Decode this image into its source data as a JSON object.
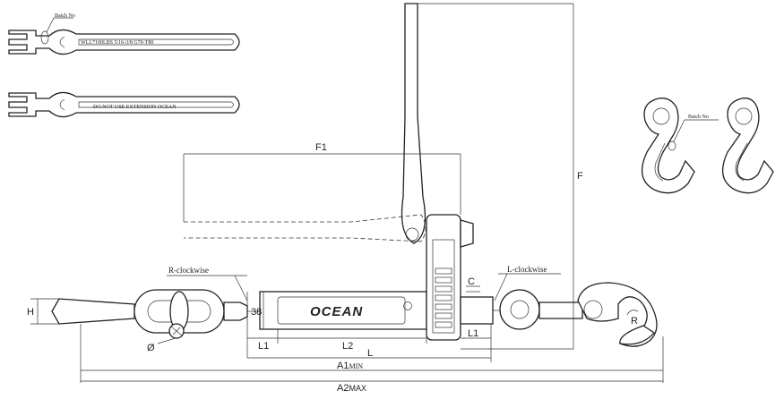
{
  "handle_top": {
    "batch_label": "Batch No",
    "marking": "WLL7100LBS 5/16-3/8 G70-T80"
  },
  "handle_bottom": {
    "warning": "DO NOT USE EXTENSION OCEAN"
  },
  "hooks_detail": {
    "batch_label": "Batch No"
  },
  "dimensions": {
    "f1": "F1",
    "f": "F",
    "h": "H",
    "d38": "38",
    "c": "C",
    "l1_left": "L1",
    "l2": "L2",
    "l1_right": "L1",
    "l": "L",
    "a1": "A1",
    "a1_suffix": "MIN",
    "a2": "A2",
    "a2_suffix": "MAX",
    "phi": "Ø",
    "r": "R"
  },
  "thread_labels": {
    "left": "R-clockwise",
    "right": "L-clockwise"
  },
  "brand": "OCEAN"
}
